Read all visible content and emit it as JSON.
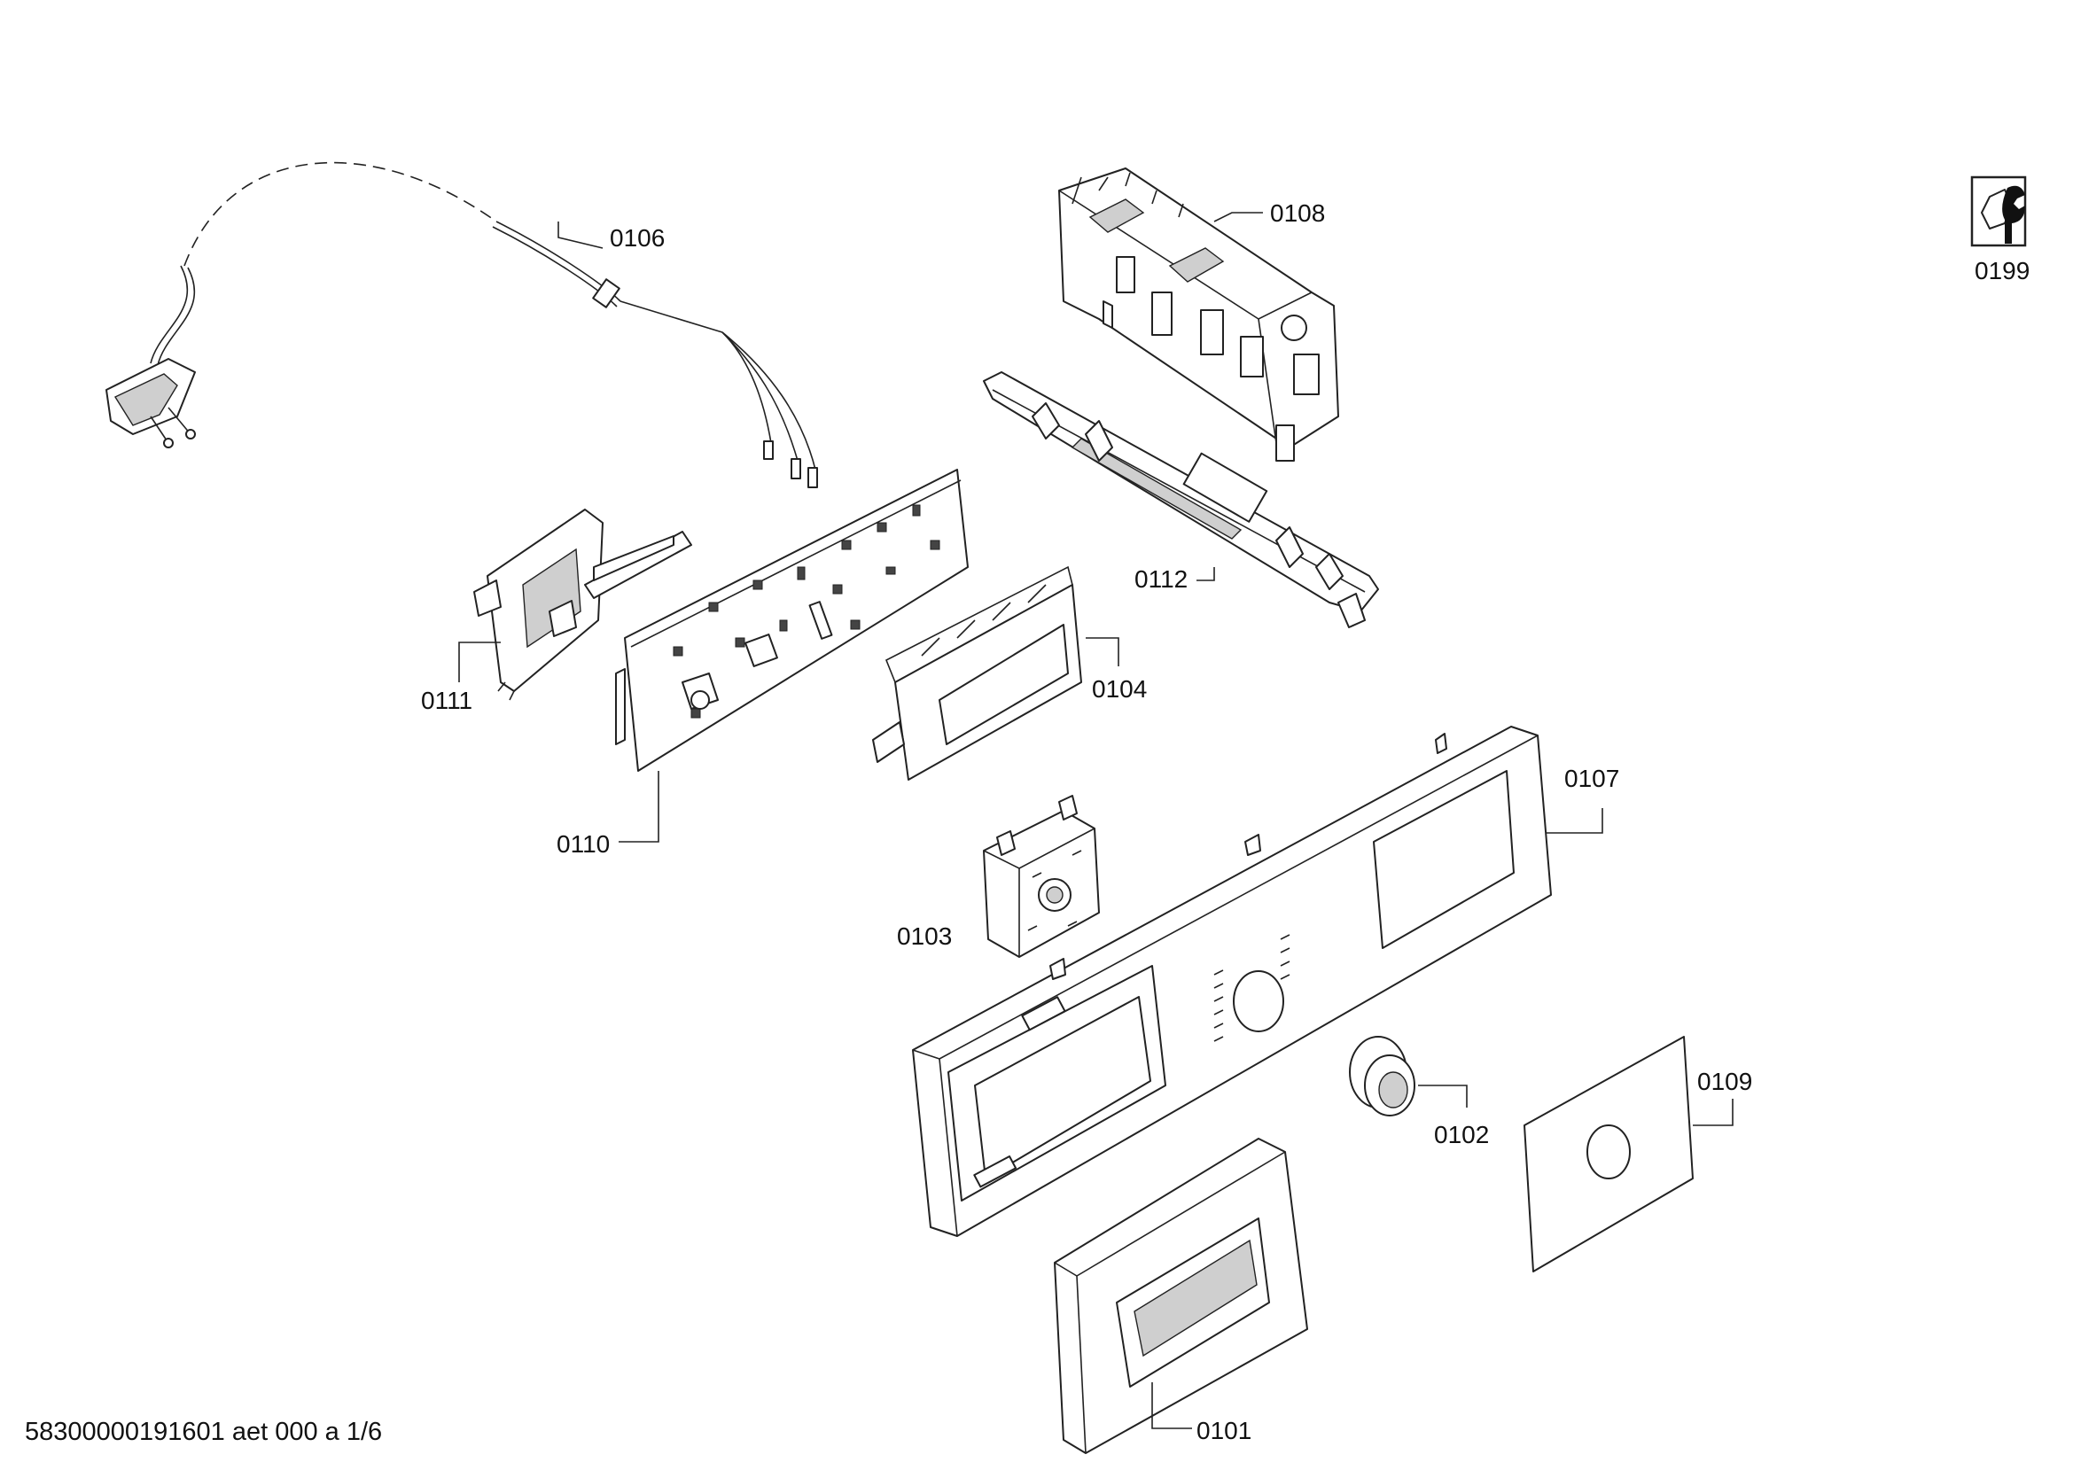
{
  "labels": {
    "p0101": "0101",
    "p0102": "0102",
    "p0103": "0103",
    "p0104": "0104",
    "p0106": "0106",
    "p0107": "0107",
    "p0108": "0108",
    "p0109": "0109",
    "p0110": "0110",
    "p0111": "0111",
    "p0112": "0112",
    "p0199": "0199"
  },
  "footer": {
    "doc_id": "58300000191601 aet 000 a 1/6"
  },
  "icons": {
    "tool_icon": "wrench-nut-icon"
  }
}
